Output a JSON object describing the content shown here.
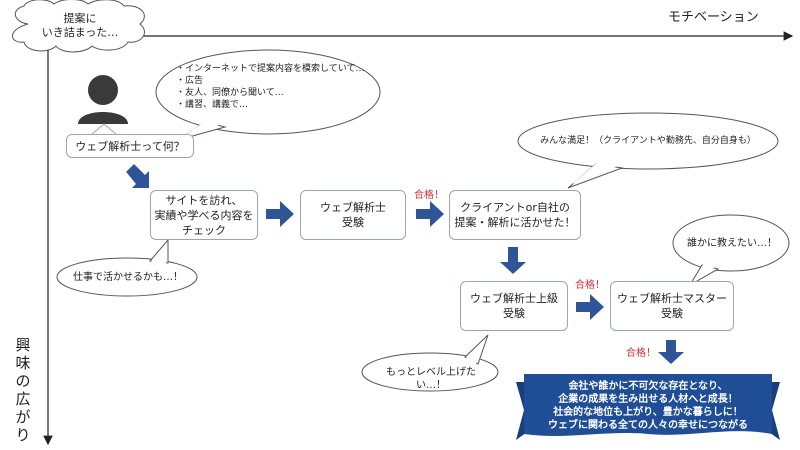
{
  "axes": {
    "x_label": "モチベーション",
    "y_label": [
      "興",
      "味",
      "の",
      "広",
      "が",
      "り"
    ]
  },
  "cloud": {
    "text": "提案に\nいき詰まった…"
  },
  "bubbles": {
    "internet": "・インターネットで提案内容を模索していて…\n・広告\n・友人、同僚から聞いて…\n・講習、講義で…",
    "work": "仕事で活かせるかも…！",
    "satisfied": "みんな満足！（クライアントや勤務先、自分自身も）",
    "teach": "誰かに教えたい…！",
    "level_up": "もっとレベル上げたい…！"
  },
  "boxes": {
    "question": "ウェブ解析士って何？",
    "site": "サイトを訪れ、\n実績や学べる内容を\nチェック",
    "exam": "ウェブ解析士\n受験",
    "apply": "クライアントor自社の\n提案・解析に活かせた！",
    "advanced": "ウェブ解析士上級\n受験",
    "master": "ウェブ解析士マスター\n受験"
  },
  "pass_label": "合格！",
  "banner": {
    "text": "会社や誰かに不可欠な存在となり、\n企業の成果を生み出せる人材へと成長！\n社会的な地位も上がり、豊かな暮らしに！\nウェブに関わる全ての人々の幸せにつながる"
  },
  "colors": {
    "arrow": "#2e5597",
    "banner": "#1f4e96",
    "person": "#3a3a3a",
    "pass": "#d32f2f",
    "outline": "#9aa6b8"
  }
}
